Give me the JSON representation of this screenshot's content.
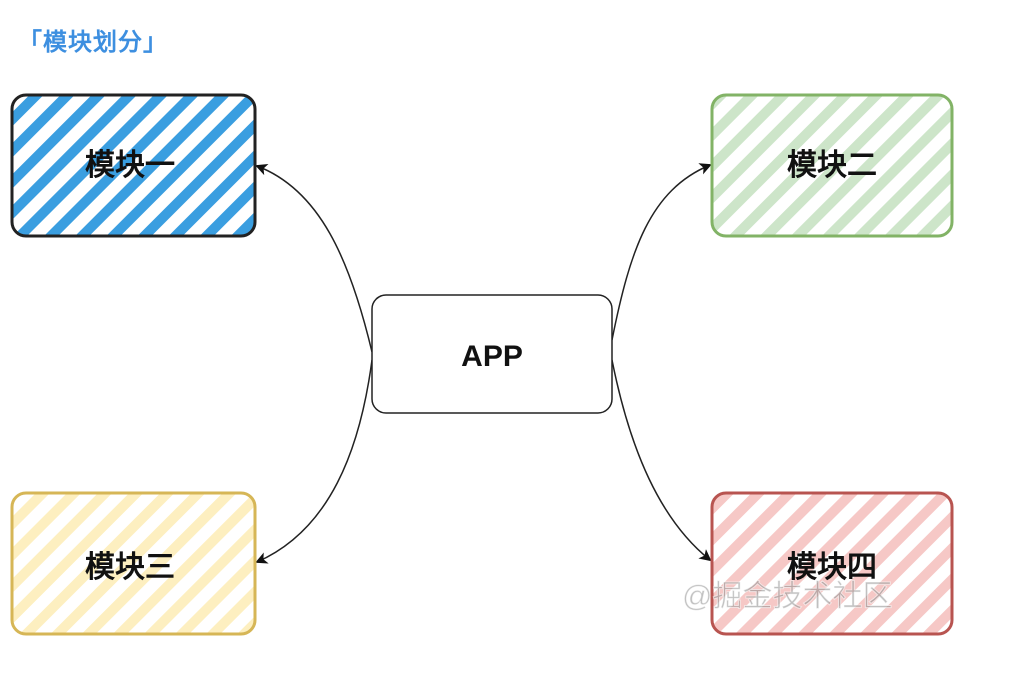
{
  "title": "「模块划分」",
  "diagram": {
    "center": {
      "label": "APP"
    },
    "modules": [
      {
        "label": "模块一",
        "fill": "#3a9ee0",
        "stroke": "#222222"
      },
      {
        "label": "模块二",
        "fill": "#cde5c9",
        "stroke": "#82b366"
      },
      {
        "label": "模块三",
        "fill": "#fdefc0",
        "stroke": "#d6b656"
      },
      {
        "label": "模块四",
        "fill": "#f6c8c6",
        "stroke": "#b85450"
      }
    ]
  },
  "watermark": "@掘金技术社区"
}
